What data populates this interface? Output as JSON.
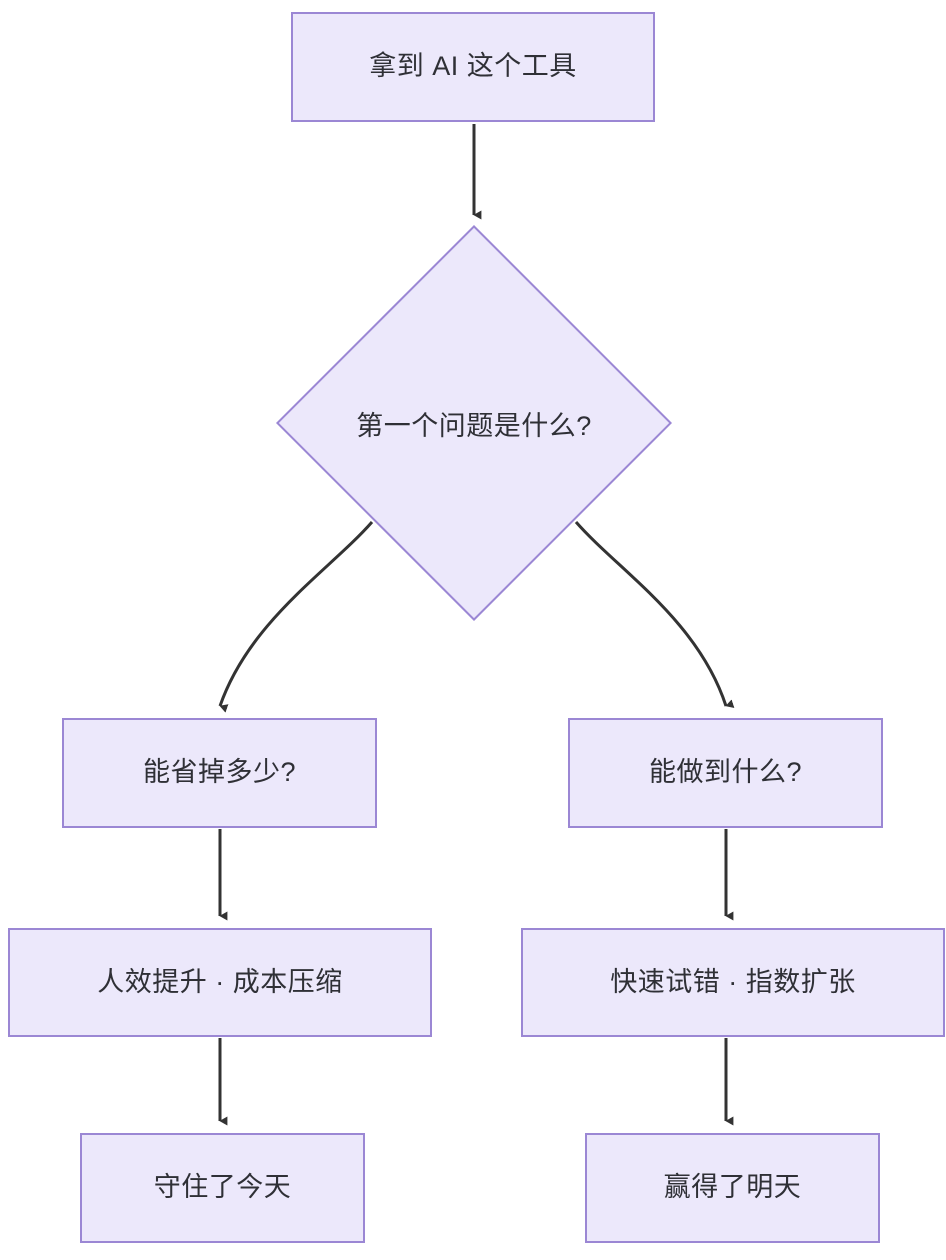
{
  "diagram": {
    "type": "flowchart",
    "direction": "top-down",
    "background_color": "#FFFFFF",
    "node_fill_color": "#ECE8FB",
    "node_border_color": "#9B87D4",
    "text_color": "#2F3036",
    "edge_color": "#333333",
    "nodes": {
      "start": {
        "label": "拿到 AI 这个工具",
        "shape": "rectangle"
      },
      "decision": {
        "label": "第一个问题是什么?",
        "shape": "diamond"
      },
      "left_branch": {
        "label": "能省掉多少?",
        "shape": "rectangle"
      },
      "right_branch": {
        "label": "能做到什么?",
        "shape": "rectangle"
      },
      "left_outcome": {
        "label": "人效提升 · 成本压缩",
        "shape": "rectangle"
      },
      "right_outcome": {
        "label": "快速试错 · 指数扩张",
        "shape": "rectangle"
      },
      "left_result": {
        "label": "守住了今天",
        "shape": "rectangle"
      },
      "right_result": {
        "label": "赢得了明天",
        "shape": "rectangle"
      }
    },
    "edges": [
      {
        "from": "start",
        "to": "decision",
        "style": "straight",
        "label": ""
      },
      {
        "from": "decision",
        "to": "left_branch",
        "style": "curved",
        "label": ""
      },
      {
        "from": "decision",
        "to": "right_branch",
        "style": "curved",
        "label": ""
      },
      {
        "from": "left_branch",
        "to": "left_outcome",
        "style": "straight",
        "label": ""
      },
      {
        "from": "right_branch",
        "to": "right_outcome",
        "style": "straight",
        "label": ""
      },
      {
        "from": "left_outcome",
        "to": "left_result",
        "style": "straight",
        "label": ""
      },
      {
        "from": "right_outcome",
        "to": "right_result",
        "style": "straight",
        "label": ""
      }
    ]
  }
}
